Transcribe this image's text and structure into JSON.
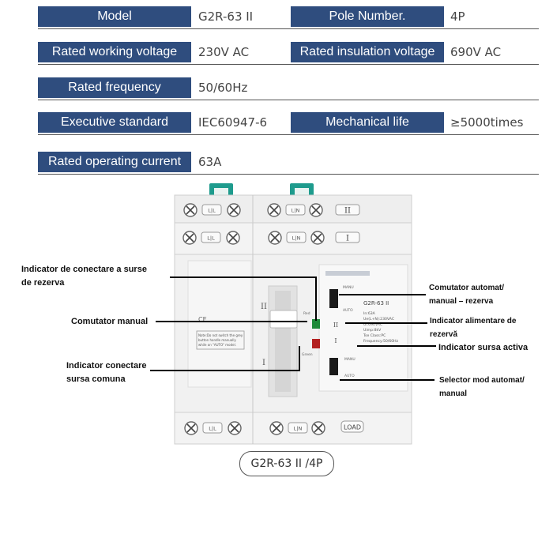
{
  "specs": {
    "model": {
      "label": "Model",
      "value": "G2R-63 II"
    },
    "pole_number": {
      "label": "Pole Number.",
      "value": "4P"
    },
    "rated_working_voltage": {
      "label": "Rated working voltage",
      "value": "230V AC"
    },
    "rated_insulation_voltage": {
      "label": "Rated insulation voltage",
      "value": "690V AC"
    },
    "rated_frequency": {
      "label": "Rated frequency",
      "value": "50/60Hz"
    },
    "executive_standard": {
      "label": "Executive standard",
      "value": "IEC60947-6"
    },
    "mechanical_life": {
      "label": "Mechanical life",
      "value": "≥5000times"
    },
    "rated_operating_current": {
      "label": "Rated operating current",
      "value": "63A"
    }
  },
  "callouts": {
    "backup_connection_indicator": [
      "Indicator de conectare a surse",
      "de rezerva"
    ],
    "manual_switch": "Comutator manual",
    "common_source_indicator": [
      "Indicator conectare",
      "sursa comuna"
    ],
    "auto_manual_backup_switch": [
      "Comutator automat/",
      "manual – rezerva"
    ],
    "backup_supply_indicator": [
      "Indicator alimentare de",
      "rezervă"
    ],
    "active_source_indicator": "Indicator sursa activa",
    "mode_selector": [
      "Selector mod automat/",
      "manual"
    ]
  },
  "device": {
    "terminal_labels": {
      "l": "L|L",
      "n": "L|N",
      "load": "LOAD"
    },
    "roman_two": "II",
    "roman_one": "I",
    "nameplate_model": "G2R-63 II",
    "nameplate_lines": [
      "In:63A",
      "Ue(L+N):230VAC",
      "Ui:690VAC",
      "Uimp:8kV",
      "Tse Class:PC",
      "Frequency:50/60Hz"
    ],
    "manu_label": "MANU",
    "auto_label": "AUTO",
    "red_label": "Red",
    "green_label": "Green",
    "warning_text": [
      "Note:Do not switch the grey",
      "button handle manually",
      "while on \"AUTO\" model."
    ],
    "ce_mark": "CE"
  },
  "model_caption": "G2R-63 II /4P",
  "colors": {
    "spec_label_bg": "#2f4d7e",
    "green_indicator": "#1f8a3a",
    "red_indicator": "#b32020",
    "teal_clip": "#1e9b8d"
  }
}
